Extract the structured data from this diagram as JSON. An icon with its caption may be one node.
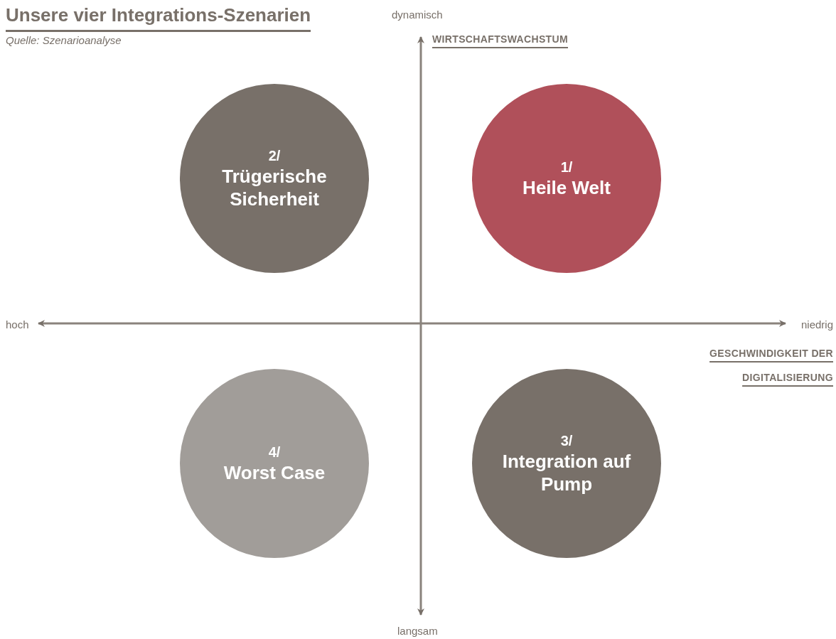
{
  "diagram": {
    "title": "Unsere vier Integrations-Szenarien",
    "nodes": [
      {
        "text": [
          "2/",
          "Trügerische Sicherheit"
        ]
      },
      {
        "text": [
          "1/",
          "Heile Welt"
        ]
      },
      {
        "text": [
          "4/",
          "Worst Case"
        ]
      },
      {
        "text": [
          "3/",
          "Integration auf Pump"
        ]
      }
    ],
    "labels": [
      "Quelle: Szenarioanalyse",
      "dynamisch",
      "WIRTSCHAFTSWACHSTUM",
      "hoch",
      "niedrig",
      "GESCHWINDIGKEIT DER DIGITALISIERUNG",
      "langsam"
    ]
  }
}
